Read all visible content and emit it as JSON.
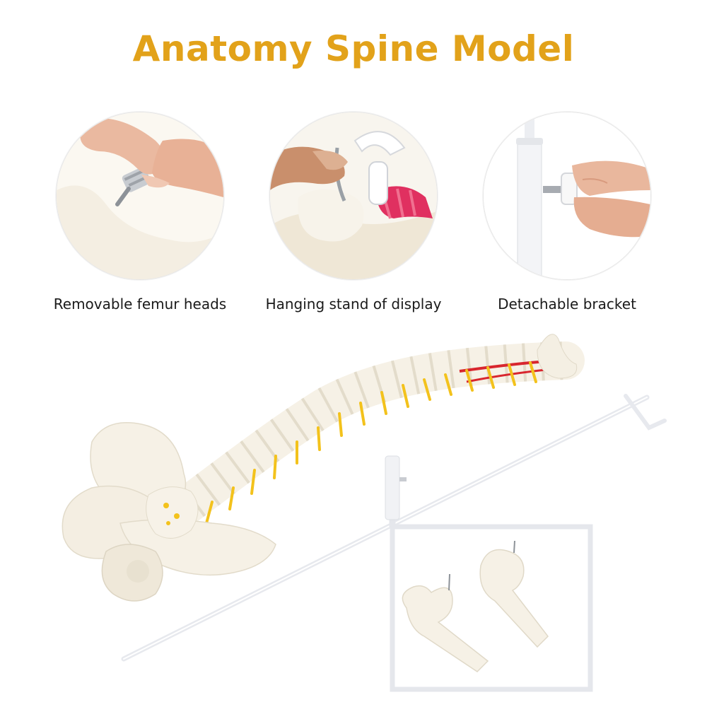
{
  "title": "Anatomy Spine Model",
  "colors": {
    "title": "#e2a21a",
    "bone": "#f6f1e6",
    "bone_shade": "#e3dccb",
    "nerve_yellow": "#f3c21c",
    "artery_red": "#d8262e",
    "stand": "#f2f3f6",
    "metal": "#a9adb3"
  },
  "features": [
    {
      "caption": "Removable femur heads",
      "icon": "femur-screw-photo"
    },
    {
      "caption": "Hanging stand of display",
      "icon": "hanging-hook-photo"
    },
    {
      "caption": "Detachable bracket",
      "icon": "bracket-knob-photo"
    }
  ],
  "main_image": {
    "icon": "spine-model-with-stand-photo"
  }
}
